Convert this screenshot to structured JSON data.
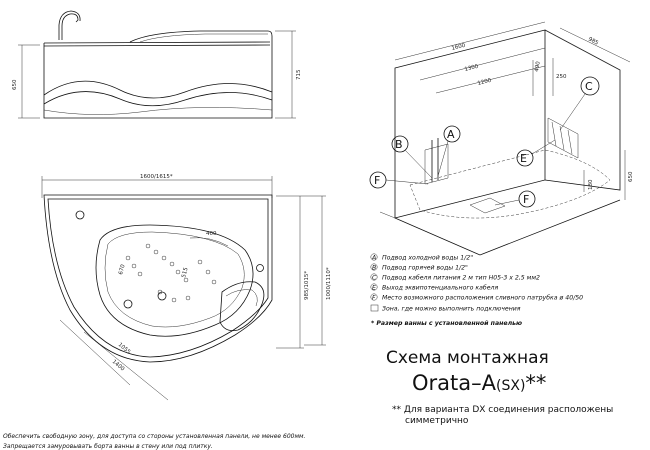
{
  "front_view": {
    "dim_height_left": "650",
    "dim_height_right": "715"
  },
  "plan_view": {
    "dim_top": "1600/1615*",
    "dim_inner_width": "400",
    "dim_right_outer": "985/1015*",
    "dim_right_total": "1000/1110*",
    "dim_bottom_inner": "1055",
    "dim_bottom_total": "1400",
    "dim_left_a": "670",
    "dim_left_b": "515"
  },
  "iso_view": {
    "dim_985": "985",
    "dim_1600": "1600",
    "dim_1300": "1300",
    "dim_1200": "1200",
    "dim_490": "490",
    "dim_250": "250",
    "dim_650": "650",
    "dim_180": "180",
    "labels": {
      "a": "A",
      "b": "B",
      "c": "C",
      "e": "E",
      "f": "F",
      "f2": "F"
    }
  },
  "legend": {
    "items": [
      {
        "key": "A",
        "text": "Подвод холодной воды 1/2\""
      },
      {
        "key": "B",
        "text": "Подвод горячей воды 1/2\""
      },
      {
        "key": "C",
        "text": "Подвод кабеля питания  2 м тип H05-3 x 2,5 мм2"
      },
      {
        "key": "E",
        "text": "Выход эквипотенциального кабеля"
      },
      {
        "key": "F",
        "text": "Место возможного расположения сливного патрубка  ø 40/50"
      },
      {
        "key": "",
        "text": "Зона, где можно выполнить  подключения"
      }
    ],
    "asterisk_note": "* Размер ванны с установленной панелью"
  },
  "title": {
    "line1": "Схема монтажная",
    "line2_main": "Orata–A",
    "line2_paren": "(SX)",
    "line2_stars": "**"
  },
  "note_dx": {
    "line1": "** Для варианта DX соединения расположены",
    "line2": "симметрично"
  },
  "footer": {
    "line1": "Обеспечить свободную зону, для доступа со стороны установленная панели, не менее 600мм.",
    "line2": "Запрещается замуровывать борта ванны в стену или под плитку."
  }
}
